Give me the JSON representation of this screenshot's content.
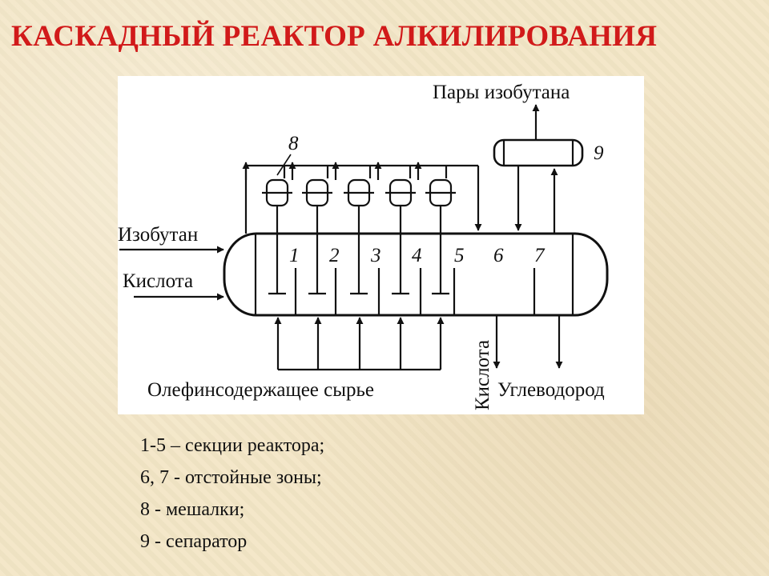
{
  "title": "КАСКАДНЫЙ РЕАКТОР АЛКИЛИРОВАНИЯ",
  "diagram": {
    "vapor_out": "Пары изобутана",
    "isobutane_in": "Изобутан",
    "acid_in": "Кислота",
    "olefin_feed": "Олефинсодержащее сырье",
    "acid_out": "Кислота",
    "hydrocarbon_out": "Углеводород",
    "mixer_ref": "8",
    "separator_ref": "9",
    "sections": [
      "1",
      "2",
      "3",
      "4",
      "5"
    ],
    "zones": [
      "6",
      "7"
    ]
  },
  "legend": [
    "1-5 – секции реактора;",
    "6, 7 - отстойные зоны;",
    "8 - мешалки;",
    "9 - сепаратор"
  ]
}
